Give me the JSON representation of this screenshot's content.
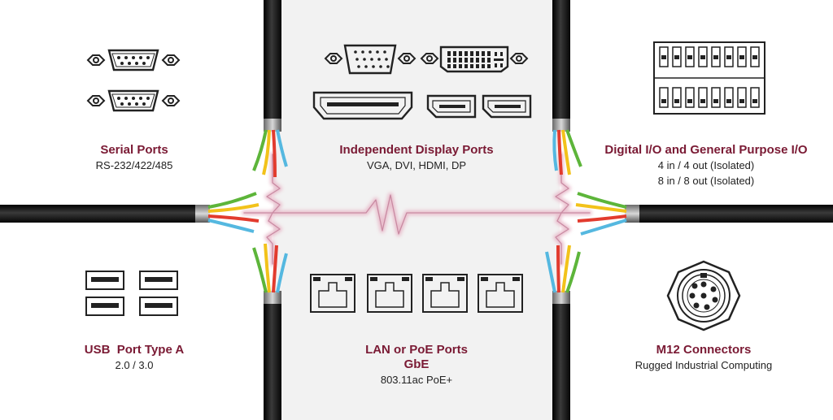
{
  "colors": {
    "title": "#7a1a34",
    "text": "#222222",
    "cable": "#1c1c1c",
    "signal": "#d9a5b8",
    "wire_red": "#e23b2e",
    "wire_yellow": "#f2c21a",
    "wire_green": "#5db53a",
    "wire_blue": "#55b8e0"
  },
  "sections": {
    "serial": {
      "title": "Serial Ports",
      "line1": "RS-232/422/485",
      "icon": "db9-serial-port-icon"
    },
    "display": {
      "title": "Independent Display Ports",
      "line1": "VGA, DVI, HDMI, DP",
      "icon": "display-ports-icon"
    },
    "dio": {
      "title": "Digital I/O and General Purpose I/O",
      "line1": "4 in / 4 out (Isolated)",
      "line2": "8 in / 8 out (Isolated)",
      "icon": "terminal-block-icon"
    },
    "usb": {
      "title": "USB  Port Type A",
      "line1": "2.0 / 3.0",
      "icon": "usb-port-icon"
    },
    "lan": {
      "title": "LAN or PoE Ports",
      "title2": "GbE",
      "line1": "803.11ac PoE+",
      "icon": "rj45-port-icon"
    },
    "m12": {
      "title": "M12 Connectors",
      "line1": "Rugged Industrial Computing",
      "icon": "m12-connector-icon"
    }
  }
}
